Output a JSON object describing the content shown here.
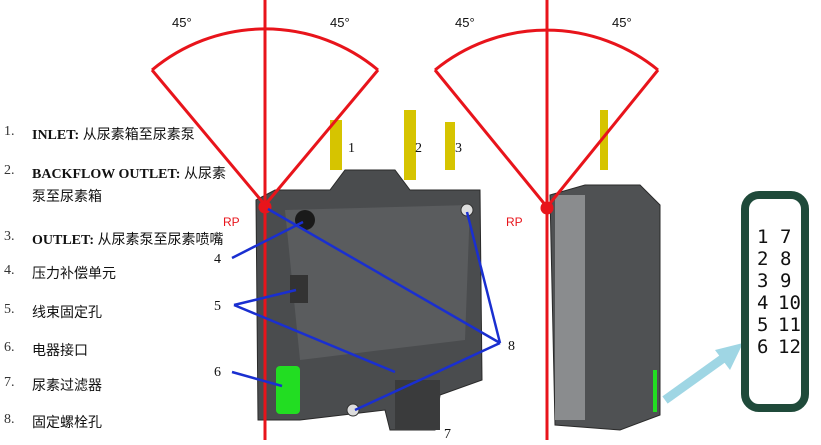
{
  "legend": [
    {
      "num": "1.",
      "bold": "INLET:",
      "text": " 从尿素箱至尿素泵"
    },
    {
      "num": "2.",
      "bold": "BACKFLOW OUTLET:",
      "text": " 从尿素",
      "cont": "泵至尿素箱"
    },
    {
      "num": "3.",
      "bold": "OUTLET:",
      "text": " 从尿素泵至尿素喷嘴"
    },
    {
      "num": "4.",
      "bold": "",
      "text": "压力补偿单元"
    },
    {
      "num": "5.",
      "bold": "",
      "text": "线束固定孔"
    },
    {
      "num": "6.",
      "bold": "",
      "text": "电器接口"
    },
    {
      "num": "7.",
      "bold": "",
      "text": "尿素过滤器"
    },
    {
      "num": "8.",
      "bold": "",
      "text": "固定螺栓孔"
    }
  ],
  "angles": {
    "left_a": "45°",
    "left_b": "45°",
    "right_a": "45°",
    "right_b": "45°"
  },
  "reference_point": {
    "left": "RP",
    "right": "RP"
  },
  "callouts": {
    "c1": "1",
    "c2": "2",
    "c3": "3",
    "c4": "4",
    "c5": "5",
    "c6": "6",
    "c7": "7",
    "c8": "8"
  },
  "connector_pins": {
    "left": [
      "1",
      "2",
      "3",
      "4",
      "5",
      "6"
    ],
    "right": [
      "7",
      "8",
      "9",
      "10",
      "11",
      "12"
    ]
  },
  "colors": {
    "angle_lines": "#e8141b",
    "leader_lines": "#1a2fd0",
    "highlight": "#22dd22",
    "pin_box": "#1f4a3a",
    "arrow": "#9fd6e4"
  }
}
